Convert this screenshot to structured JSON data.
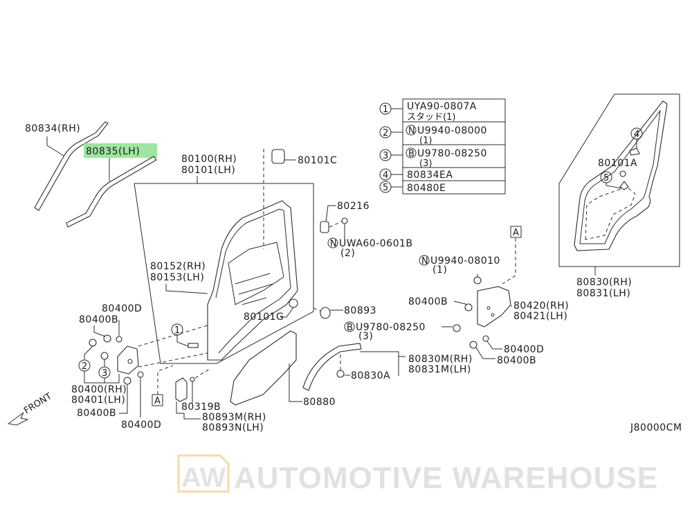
{
  "diagram": {
    "reference_code": "J80000CM",
    "front_label": "FRONT",
    "watermark": {
      "logo": "AW",
      "text": "AUTOMOTIVE WAREHOUSE"
    },
    "highlight_color": "#8ee08e",
    "legend": [
      {
        "num": "1",
        "prefix": "",
        "code": "UYA90-0807A",
        "note": "スタッド(1)"
      },
      {
        "num": "2",
        "prefix": "N",
        "code": "U9940-08000",
        "note": "(1)"
      },
      {
        "num": "3",
        "prefix": "B",
        "code": "U9780-08250",
        "note": "(3)"
      },
      {
        "num": "4",
        "prefix": "",
        "code": "80834EA",
        "note": ""
      },
      {
        "num": "5",
        "prefix": "",
        "code": "80480E",
        "note": ""
      }
    ],
    "labels": {
      "p80834": "80834(RH)",
      "p80835": "80835(LH)",
      "p80100": "80100(RH)",
      "p80101": "80101(LH)",
      "p80101C": "80101C",
      "p80216": "80216",
      "pUWA60": "UWA60-0601B",
      "pUWA60_qty": "(2)",
      "pU9940_08010": "U9940-08010",
      "pU9940_08010_qty": "(1)",
      "p80152": "80152(RH)",
      "p80153": "80153(LH)",
      "p80101G": "80101G",
      "p80893": "80893",
      "pU9780": "U9780-08250",
      "pU9780_qty": "(3)",
      "p80400B_right_top": "80400B",
      "p80420": "80420(RH)",
      "p80421": "80421(LH)",
      "p80400D_right": "80400D",
      "p80400B_right_bottom": "80400B",
      "p80830M": "80830M(RH)",
      "p80831M": "80831M(LH)",
      "p80830A": "80830A",
      "p80880": "80880",
      "p80319B": "80319B",
      "p80893M": "80893M(RH)",
      "p80893N": "80893N(LH)",
      "p80400B_left_top": "80400B",
      "p80400D_left_top": "80400D",
      "p80400": "80400(RH)",
      "p80401": "80401(LH)",
      "p80400B_left_bottom": "80400B",
      "p80400D_left_bottom": "80400D",
      "p80830": "80830(RH)",
      "p80831": "80831(LH)",
      "p80101A": "80101A",
      "callout_A_right": "A",
      "callout_A_left": "A",
      "inset_callout_4": "4",
      "inset_callout_5": "5",
      "callout_1": "1",
      "callout_2": "2",
      "callout_3": "3",
      "prefix_N": "N",
      "prefix_B": "B"
    }
  }
}
